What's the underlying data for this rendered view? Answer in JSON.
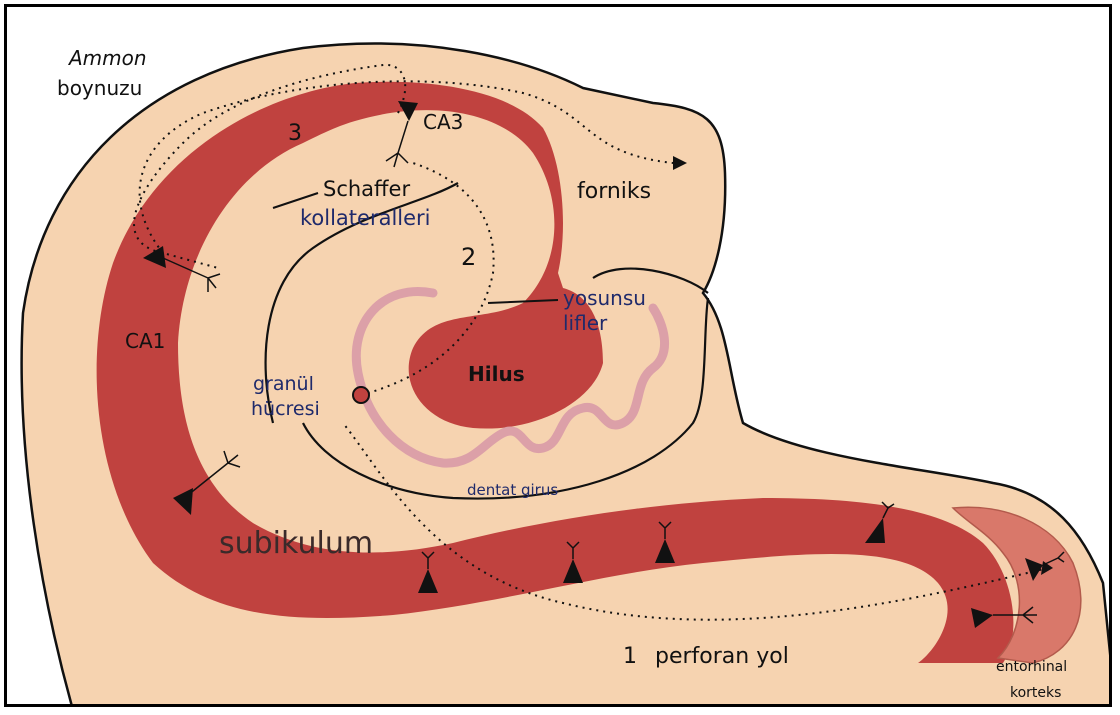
{
  "labels": {
    "ammon": "Ammon",
    "boynuzu": "boynuzu",
    "ca3": "CA3",
    "ca1": "CA1",
    "num3": "3",
    "num2": "2",
    "num1": "1",
    "schaffer": "Schaffer",
    "kollateralleri": "kollateralleri",
    "forniks": "forniks",
    "yosunsu": "yosunsu",
    "lifler": "lifler",
    "hilus": "Hilus",
    "granul": "granül",
    "hucresi": "hücresi",
    "dentat_girus": "dentat girus",
    "subikulum": "subikulum",
    "perforan_yol": "perforan yol",
    "entorhinal": "entorhinal",
    "korteks": "korteks"
  },
  "colors": {
    "tissue": "#f6d3b0",
    "cornu": "#c0423f",
    "entorhinal": "#d9786a",
    "dentate": "#dca0a8",
    "outline": "#111111",
    "label_blue": "#1f2a6b"
  }
}
